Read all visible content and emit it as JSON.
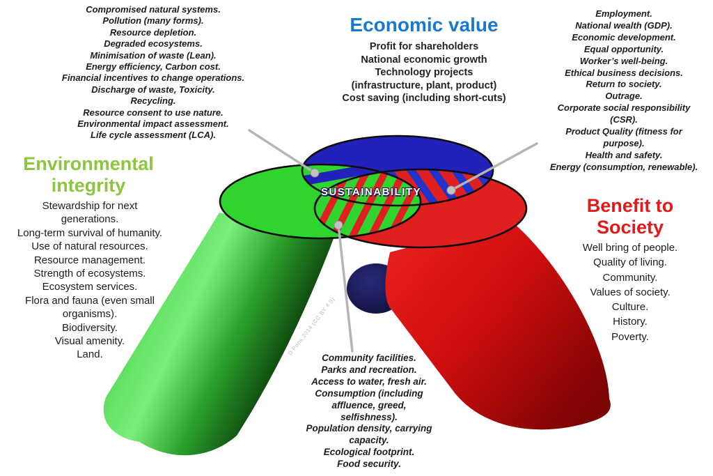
{
  "center": {
    "label": "SUSTAINABILITY"
  },
  "credit": "D Pons 2014 (CC BY 4.0)",
  "colors": {
    "economic_title_blue": "#1B78D2",
    "environmental_title_green": "#8CC63F",
    "society_title_red": "#E01B1B",
    "venn_green": "#2FD42F",
    "venn_blue": "#2222BB",
    "venn_red": "#E02020",
    "callout_gray": "#B5B5B5"
  },
  "sections": {
    "economic": {
      "title": "Economic value",
      "items": [
        "Profit for shareholders",
        "National economic growth",
        "Technology projects",
        "(infrastructure, plant, product)",
        "Cost saving (including short-cuts)"
      ]
    },
    "environmental": {
      "title": [
        "Environmental",
        "integrity"
      ],
      "items": [
        "Stewardship for next",
        "generations.",
        "Long-term survival of humanity.",
        "Use of natural resources.",
        "Resource management.",
        "Strength of ecosystems.",
        "Ecosystem services.",
        "Flora and fauna (even small",
        "organisms).",
        "Biodiversity.",
        "Visual amenity.",
        "Land."
      ]
    },
    "social": {
      "title": [
        "Benefit to",
        "Society"
      ],
      "items": [
        "Well bring of people.",
        "Quality of living.",
        "Community.",
        "Values of society.",
        "Culture.",
        "History.",
        "Poverty."
      ]
    }
  },
  "intersections": {
    "environmental_economic": {
      "items": [
        "Compromised natural systems.",
        "Pollution (many forms).",
        "Resource depletion.",
        "Degraded ecosystems.",
        "Minimisation of waste (Lean).",
        "Energy efficiency, Carbon cost.",
        "Financial incentives to change operations.",
        "Discharge of waste, Toxicity.",
        "Recycling.",
        "Resource consent to use nature.",
        "Environmental impact assessment.",
        "Life cycle assessment (LCA)."
      ]
    },
    "economic_social": {
      "items": [
        "Employment.",
        "National wealth (GDP).",
        "Economic development.",
        "Equal opportunity.",
        "Worker’s well-being.",
        "Ethical business decisions.",
        "Return to society.",
        "Outrage.",
        "Corporate social responsibility",
        "(CSR).",
        "Product Quality (fitness for",
        "purpose).",
        "Health and safety.",
        "Energy (consumption, renewable)."
      ]
    },
    "environmental_social": {
      "items": [
        "Community facilities.",
        "Parks and recreation.",
        "Access to water, fresh air.",
        "Consumption (including",
        "affluence, greed,",
        "selfishness).",
        "Population density, carrying",
        "capacity.",
        "Ecological footprint.",
        "Food security."
      ]
    }
  }
}
